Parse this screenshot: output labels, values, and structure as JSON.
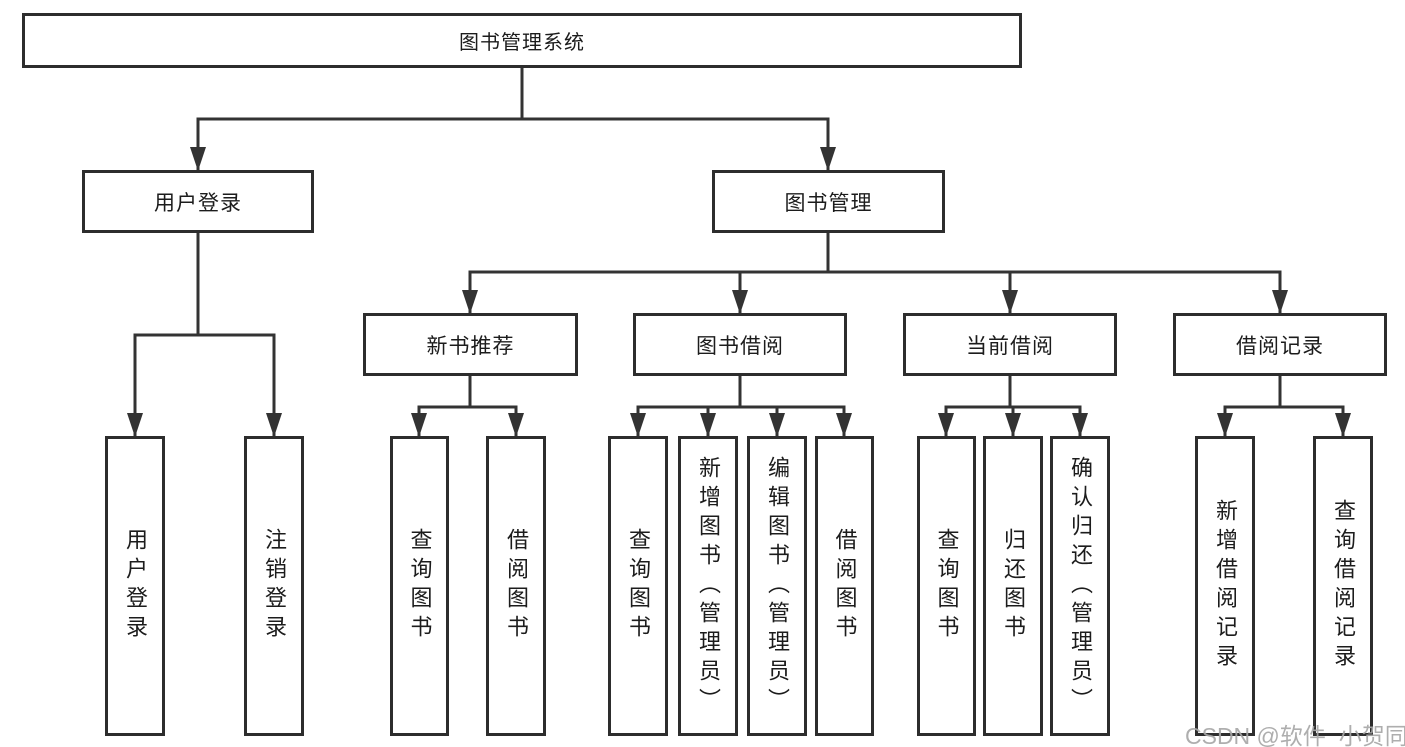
{
  "diagram": {
    "root": {
      "label": "图书管理系统"
    },
    "level2": [
      {
        "label": "用户登录"
      },
      {
        "label": "图书管理"
      }
    ],
    "level3": [
      {
        "label": "新书推荐"
      },
      {
        "label": "图书借阅"
      },
      {
        "label": "当前借阅"
      },
      {
        "label": "借阅记录"
      }
    ],
    "leaves": [
      {
        "label": "用户登录"
      },
      {
        "label": "注销登录"
      },
      {
        "label": "查询图书"
      },
      {
        "label": "借阅图书"
      },
      {
        "label": "查询图书"
      },
      {
        "label": "新增图书（管理员）"
      },
      {
        "label": "编辑图书（管理员）"
      },
      {
        "label": "借阅图书"
      },
      {
        "label": "查询图书"
      },
      {
        "label": "归还图书"
      },
      {
        "label": "确认归还（管理员）"
      },
      {
        "label": "新增借阅记录"
      },
      {
        "label": "查询借阅记录"
      }
    ],
    "watermark": "CSDN @软件_小贺同学",
    "colors": {
      "line": "#333333",
      "box_border": "#2d2d2d",
      "box_fill": "#ffffff",
      "text": "#1c1c1c",
      "watermark": "#a7a7a7"
    }
  }
}
